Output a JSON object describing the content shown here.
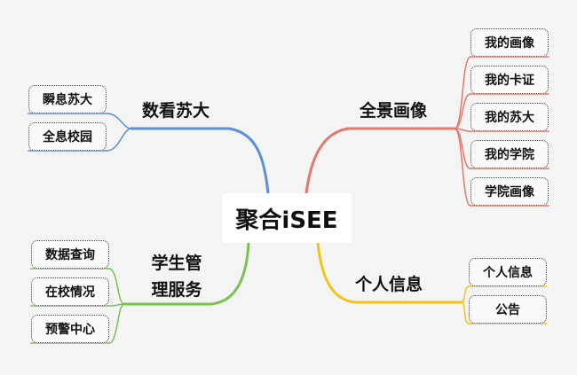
{
  "center": {
    "label": "聚合iSEE"
  },
  "colors": {
    "blue": "#5b8fd6",
    "red": "#e4786a",
    "yellow": "#f0c419",
    "green": "#79c24d"
  },
  "branches": [
    {
      "label": "数看苏大",
      "color": "blue",
      "leaves": [
        "瞬息苏大",
        "全息校园"
      ]
    },
    {
      "label": "全景画像",
      "color": "red",
      "leaves": [
        "我的画像",
        "我的卡证",
        "我的苏大",
        "我的学院",
        "学院画像"
      ]
    },
    {
      "label": "学生管理服务",
      "label_lines": [
        "学生管",
        "理服务"
      ],
      "color": "green",
      "leaves": [
        "数据查询",
        "在校情况",
        "预警中心"
      ]
    },
    {
      "label": "个人信息",
      "color": "yellow",
      "leaves": [
        "个人信息",
        "公告"
      ]
    }
  ]
}
